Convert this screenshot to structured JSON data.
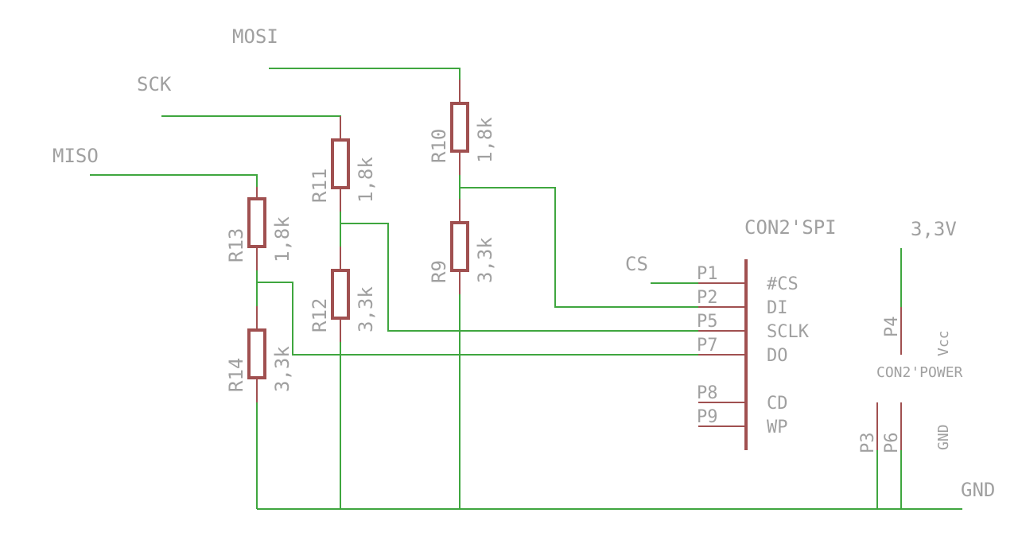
{
  "nets": {
    "mosi": "MOSI",
    "sck": "SCK",
    "miso": "MISO",
    "cs": "CS",
    "vcc": "3,3V",
    "gnd": "GND"
  },
  "resistors": [
    {
      "name": "R10",
      "value": "1,8k"
    },
    {
      "name": "R9",
      "value": "3,3k"
    },
    {
      "name": "R11",
      "value": "1,8k"
    },
    {
      "name": "R12",
      "value": "3,3k"
    },
    {
      "name": "R13",
      "value": "1,8k"
    },
    {
      "name": "R14",
      "value": "3,3k"
    }
  ],
  "spi_connector": {
    "name": "CON2'SPI",
    "pins": [
      {
        "pin": "P1",
        "signal": "#CS"
      },
      {
        "pin": "P2",
        "signal": "DI"
      },
      {
        "pin": "P5",
        "signal": "SCLK"
      },
      {
        "pin": "P7",
        "signal": "DO"
      },
      {
        "pin": "P8",
        "signal": "CD"
      },
      {
        "pin": "P9",
        "signal": "WP"
      }
    ]
  },
  "power_connector": {
    "name": "CON2'POWER",
    "pins": [
      {
        "pin": "P4",
        "signal": "Vcc"
      },
      {
        "pin": "P3",
        "signal": ""
      },
      {
        "pin": "P6",
        "signal": "GND"
      }
    ]
  },
  "colors": {
    "wire": "#3fa63f",
    "component": "#a05050",
    "label": "#a0a0a0",
    "background": "#ffffff"
  }
}
